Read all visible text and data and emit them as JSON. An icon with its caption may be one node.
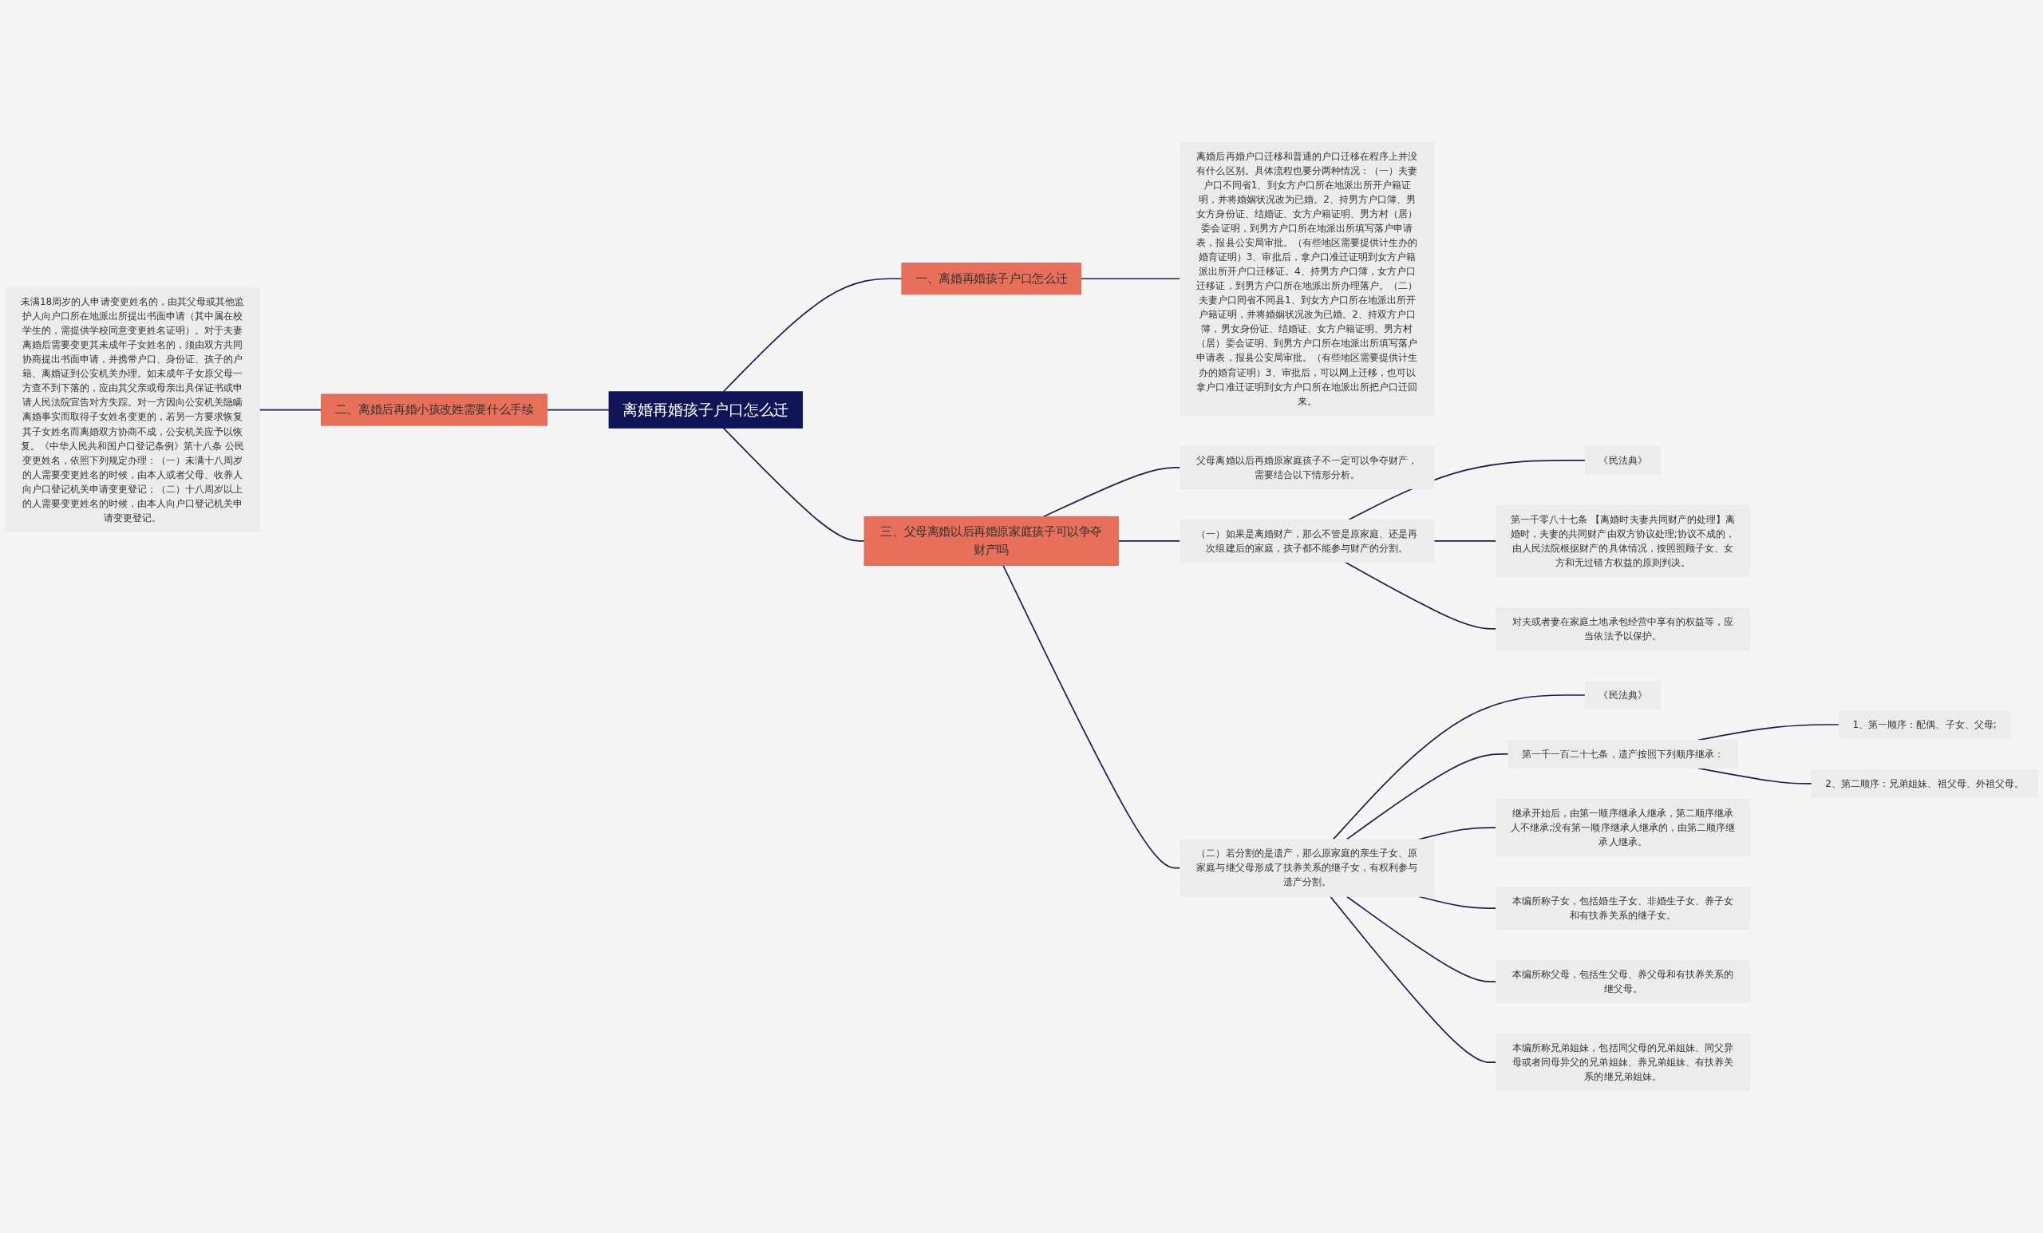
{
  "diagram": {
    "nodes": [
      {
        "text": [
          "离婚再婚孩子户口怎么迁"
        ]
      },
      {
        "text": [
          "一、离婚再婚孩子户口怎么迁"
        ]
      },
      {
        "text": [
          "离婚后再婚户口迁移和普通的户口迁移在程序上并没有什么区别。具体流程也要分两种情况：（一）夫妻户口不同省1、到女方户口所在地派出所开户籍证明，并将婚姻状况改为已婚。2、持男方户口簿、男女方身份证、结婚证、女方户籍证明、男方村（居）委会证明，到男方户口所在地派出所填写落户申请表，报县公安局审批。（有些地区需要提供计生办的婚育证明）3、审批后，拿户口准迁证明到女方户籍派出所开户口迁移证。4、持男方户口簿，女方户口迁移证，到男方户口所在地派出所办理落户。（二）夫妻户口同省不同县1、到女方户口所在地派出所开户籍证明，并将婚姻状况改为已婚。2、持双方户口簿，男女身份证、结婚证、女方户籍证明、男方村（居）委会证明、到男方户口所在地派出所填写落户申请表，报县公安局审批。（有些地区需要提供计生办的婚育证明）3、审批后，可以网上迁移，也可以拿户口准迁证明到女方户口所在地派出所把户口迁回来。"
        ]
      },
      {
        "text": [
          "二、离婚后再婚小孩改姓需要什么手续"
        ]
      },
      {
        "text": [
          "未满18周岁的人申请变更姓名的，由其父母或其他监护人向户口所在地派出所提出书面申请（其中属在校学生的，需提供学校同意变更姓名证明）。对于夫妻离婚后需要变更其未成年子女姓名的，须由双方共同协商提出书面申请，并携带户口、身份证、孩子的户籍、离婚证到公安机关办理。如未成年子女原父母一方查不到下落的，应由其父亲或母亲出具保证书或申请人民法院宣告对方失踪。对一方因向公安机关隐瞒离婚事实而取得子女姓名变更的，若另一方要求恢复其子女姓名而离婚双方协商不成，公安机关应予以恢复。《中华人民共和国户口登记条例》第十八条 公民变更姓名，依照下列规定办理：（一）未满十八周岁的人需要变更姓名的时候，由本人或者父母、收养人向户口登记机关申请变更登记；（二）十八周岁以上的人需要变更姓名的时候，由本人向户口登记机关申请变更登记。"
        ]
      },
      {
        "text": [
          "三、父母离婚以后再婚原家庭孩子可以争夺财产吗"
        ]
      },
      {
        "text": [
          "父母离婚以后再婚原家庭孩子不一定可以争夺财产，需要结合以下情形分析。"
        ]
      },
      {
        "text": [
          "（一）如果是离婚财产，那么不管是原家庭、还是再次组建后的家庭，孩子都不能参与财产的分割。"
        ]
      },
      {
        "text": [
          "《民法典》"
        ]
      },
      {
        "text": [
          "第一千零八十七条 【离婚时夫妻共同财产的处理】离婚时，夫妻的共同财产由双方协议处理;协议不成的，由人民法院根据财产的具体情况，按照照顾子女、女方和无过错方权益的原则判决。"
        ]
      },
      {
        "text": [
          "对夫或者妻在家庭土地承包经营中享有的权益等，应当依法予以保护。"
        ]
      },
      {
        "text": [
          "（二）若分割的是遗产，那么原家庭的亲生子女、原家庭与继父母形成了扶养关系的继子女，有权利参与遗产分割。"
        ]
      },
      {
        "text": [
          "《民法典》"
        ]
      },
      {
        "text": [
          "第一千一百二十七条，遗产按照下列顺序继承："
        ]
      },
      {
        "text": [
          "1、第一顺序：配偶、子女、父母;"
        ]
      },
      {
        "text": [
          "2、第二顺序：兄弟姐妹、祖父母、外祖父母。"
        ]
      },
      {
        "text": [
          "继承开始后，由第一顺序继承人继承，第二顺序继承人不继承;没有第一顺序继承人继承的，由第二顺序继承人继承。"
        ]
      },
      {
        "text": [
          "本编所称子女，包括婚生子女、非婚生子女、养子女和有扶养关系的继子女。"
        ]
      },
      {
        "text": [
          "本编所称父母，包括生父母、养父母和有扶养关系的继父母。"
        ]
      },
      {
        "text": [
          "本编所称兄弟姐妹，包括同父母的兄弟姐妹、同父异母或者同母异父的兄弟姐妹、养兄弟姐妹、有扶养关系的继兄弟姐妹。"
        ]
      }
    ],
    "edges": [
      {
        "from": 0,
        "to": 1,
        "arrow": "none"
      },
      {
        "from": 1,
        "to": 2,
        "arrow": "none"
      },
      {
        "from": 4,
        "to": 3,
        "arrow": "none"
      },
      {
        "from": 3,
        "to": 0,
        "arrow": "none"
      },
      {
        "from": 0,
        "to": 5,
        "arrow": "none"
      },
      {
        "from": 5,
        "to": 6,
        "arrow": "none"
      },
      {
        "from": 5,
        "to": 7,
        "arrow": "none"
      },
      {
        "from": 7,
        "to": 8,
        "arrow": "none"
      },
      {
        "from": 7,
        "to": 9,
        "arrow": "none"
      },
      {
        "from": 7,
        "to": 10,
        "arrow": "none"
      },
      {
        "from": 5,
        "to": 11,
        "arrow": "none"
      },
      {
        "from": 11,
        "to": 12,
        "arrow": "none"
      },
      {
        "from": 11,
        "to": 13,
        "arrow": "none"
      },
      {
        "from": 13,
        "to": 14,
        "arrow": "none"
      },
      {
        "from": 13,
        "to": 15,
        "arrow": "none"
      },
      {
        "from": 11,
        "to": 16,
        "arrow": "none"
      },
      {
        "from": 11,
        "to": 17,
        "arrow": "none"
      },
      {
        "from": 11,
        "to": 18,
        "arrow": "none"
      },
      {
        "from": 11,
        "to": 19,
        "arrow": "none"
      }
    ]
  }
}
